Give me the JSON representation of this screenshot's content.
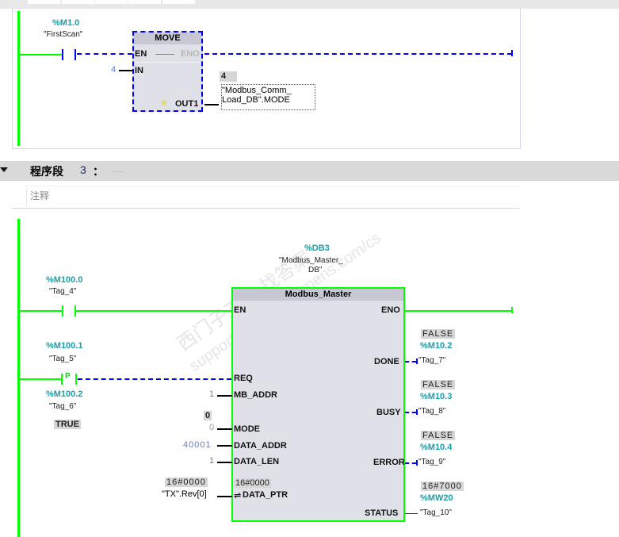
{
  "network2": {
    "contact": {
      "address": "%M1.0",
      "tag": "\"FirstScan\""
    },
    "move_block": {
      "title": "MOVE",
      "pins": {
        "en": "EN",
        "eno": "ENO",
        "in": "IN",
        "out1": "OUT1"
      },
      "in_value": "4",
      "out1_monitor": "4",
      "out1_operand_line1": "\"Modbus_Comm_",
      "out1_operand_line2": "Load_DB\".MODE"
    }
  },
  "network3": {
    "header": {
      "title": "程序段",
      "number": "3",
      "colon": "：",
      "dots": "......"
    },
    "comment_placeholder": "注释",
    "instance_db": {
      "address": "%DB3",
      "name_line1": "\"Modbus_Master_",
      "name_line2": "DB\""
    },
    "block": {
      "title": "Modbus_Master",
      "inputs": {
        "en": "EN",
        "req": "REQ",
        "mb_addr": "MB_ADDR",
        "mode": "MODE",
        "data_addr": "DATA_ADDR",
        "data_len": "DATA_LEN",
        "data_ptr": "DATA_PTR",
        "data_ptr_arrow": "⇌"
      },
      "outputs": {
        "eno": "ENO",
        "done": "DONE",
        "busy": "BUSY",
        "error": "ERROR",
        "status": "STATUS"
      }
    },
    "contacts": [
      {
        "address": "%M100.0",
        "tag": "\"Tag_4\""
      },
      {
        "address": "%M100.1",
        "tag": "\"Tag_5\"",
        "type": "P"
      },
      {
        "address": "%M100.2",
        "tag": "\"Tag_6\"",
        "monitor": "TRUE"
      }
    ],
    "input_values": {
      "mb_addr": "1",
      "mode_monitor": "0",
      "mode": "0",
      "data_addr": "40001",
      "data_len": "1",
      "data_ptr_monitor": "16#0000",
      "data_ptr_operand": "\"TX\".Rev[0]",
      "data_ptr_inner_monitor": "16#0000"
    },
    "output_values": {
      "done": {
        "monitor": "FALSE",
        "address": "%M10.2",
        "tag": "\"Tag_7\""
      },
      "busy": {
        "monitor": "FALSE",
        "address": "%M10.3",
        "tag": "\"Tag_8\""
      },
      "error": {
        "monitor": "FALSE",
        "address": "%M10.4",
        "tag": "\"Tag_9\""
      },
      "status": {
        "monitor": "16#7000",
        "address": "%MW20",
        "tag": "\"Tag_10\""
      }
    }
  },
  "watermark": {
    "line1": "西门子工业 找答案",
    "line2": "support.industry.siemens.com/cs"
  },
  "colors": {
    "powered": "#00ff00",
    "unpowered": "#0000ff",
    "address": "#1a9fa8",
    "constant": "#5b7bd6"
  }
}
